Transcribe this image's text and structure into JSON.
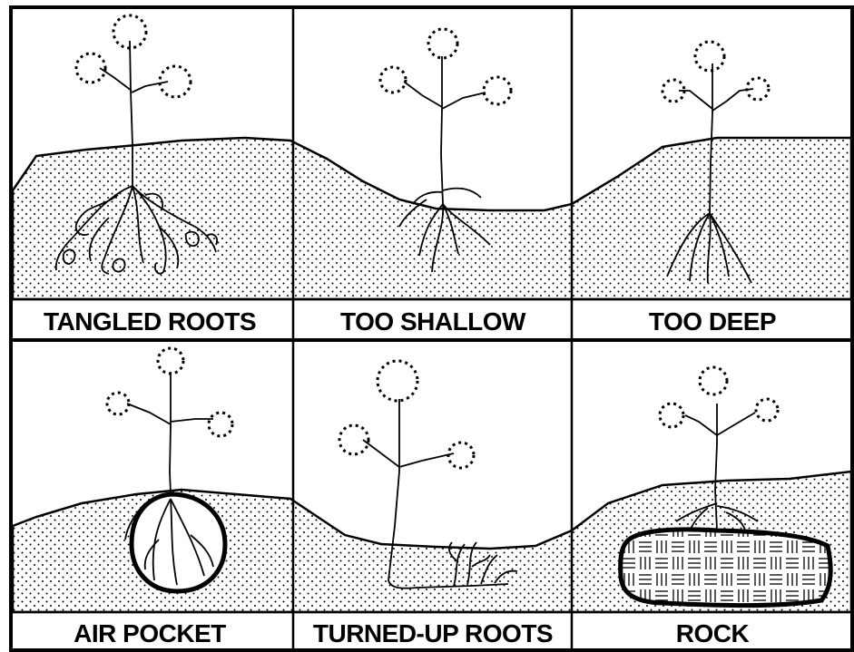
{
  "panels": [
    {
      "id": "tangled-roots",
      "label": "TANGLED ROOTS"
    },
    {
      "id": "too-shallow",
      "label": "TOO SHALLOW"
    },
    {
      "id": "too-deep",
      "label": "TOO DEEP"
    },
    {
      "id": "air-pocket",
      "label": "AIR POCKET"
    },
    {
      "id": "turned-up-roots",
      "label": "TURNED-UP ROOTS"
    },
    {
      "id": "rock",
      "label": "ROCK"
    }
  ],
  "colors": {
    "ink": "#000000",
    "background": "#ffffff"
  }
}
